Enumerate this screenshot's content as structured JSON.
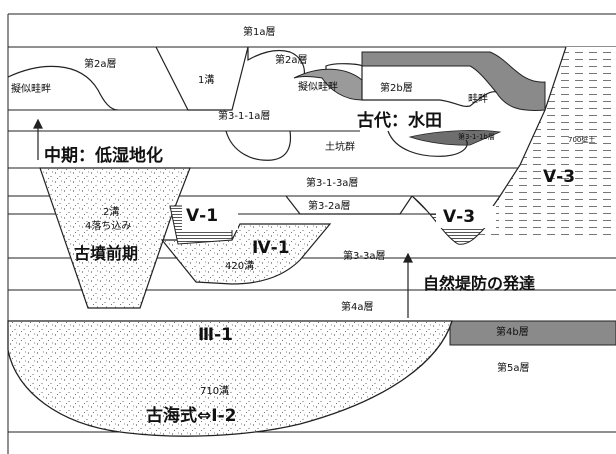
{
  "layers": {
    "l1a": "第1a層",
    "l2a_left": "第2a層",
    "l2a_right": "第2a層",
    "l2b": "第2b層",
    "l3_1_1a": "第3-1-1a層",
    "l3_1_1b": "第3-1-1b層",
    "l3_1_3a": "第3-1-3a層",
    "l3_2a": "第3-2a層",
    "l3_3a": "第3-3a層",
    "l4a": "第4a層",
    "l4b": "第4b層",
    "l5a": "第5a層"
  },
  "features": {
    "ditch1": "1溝",
    "ditch2": "2溝",
    "ditch2_fill": "4落ち込み",
    "ditch420": "420溝",
    "ditch710": "710溝",
    "ditch700": "700壁土",
    "pits": "土坑群",
    "ridge": "畦畔",
    "pseudo_ridge_left": "擬似畦畔",
    "pseudo_ridge_right": "擬似畦畔"
  },
  "periods": {
    "middle": "中期：低湿地化",
    "ancient": "古代：水田",
    "kofun_early": "古墳前期",
    "levee": "自然堤防の発達",
    "kokai": "古海式⇔Ⅰ-2",
    "iii1": "Ⅲ-1",
    "iv1": "Ⅳ-1",
    "v1": "Ⅴ-1",
    "v3_mid": "Ⅴ-3",
    "v3_right": "Ⅴ-3"
  },
  "colors": {
    "line": "#222222",
    "dark_fill": "#8a8a8a",
    "stipple": "#4a4a4a",
    "hatch": "#555555"
  }
}
